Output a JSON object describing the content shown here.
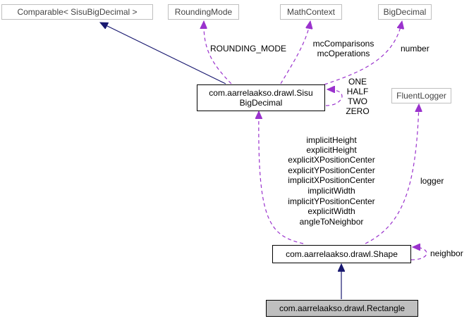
{
  "nodes": {
    "comparable": "Comparable< SisuBigDecimal >",
    "rounding_mode": "RoundingMode",
    "math_context": "MathContext",
    "big_decimal": "BigDecimal",
    "sisu_line1": "com.aarrelaakso.drawl.Sisu",
    "sisu_line2": "BigDecimal",
    "fluent_logger": "FluentLogger",
    "shape": "com.aarrelaakso.drawl.Shape",
    "rectangle": "com.aarrelaakso.drawl.Rectangle"
  },
  "labels": {
    "rounding_mode": "ROUNDING_MODE",
    "mc": [
      "mcComparisons",
      "mcOperations"
    ],
    "number": "number",
    "self_sisu": [
      "ONE",
      "HALF",
      "TWO",
      "ZERO"
    ],
    "shape_fields": [
      "implicitHeight",
      "explicitHeight",
      "explicitXPositionCenter",
      "explicitYPositionCenter",
      "implicitXPositionCenter",
      "implicitWidth",
      "implicitYPositionCenter",
      "explicitWidth",
      "angleToNeighbor"
    ],
    "logger": "logger",
    "neighbor": "neighbor"
  },
  "colors": {
    "inheritance": "#191970",
    "usage": "#9a32cd",
    "external_border": "#bfbfbf",
    "focus_fill": "#bfbfbf"
  }
}
